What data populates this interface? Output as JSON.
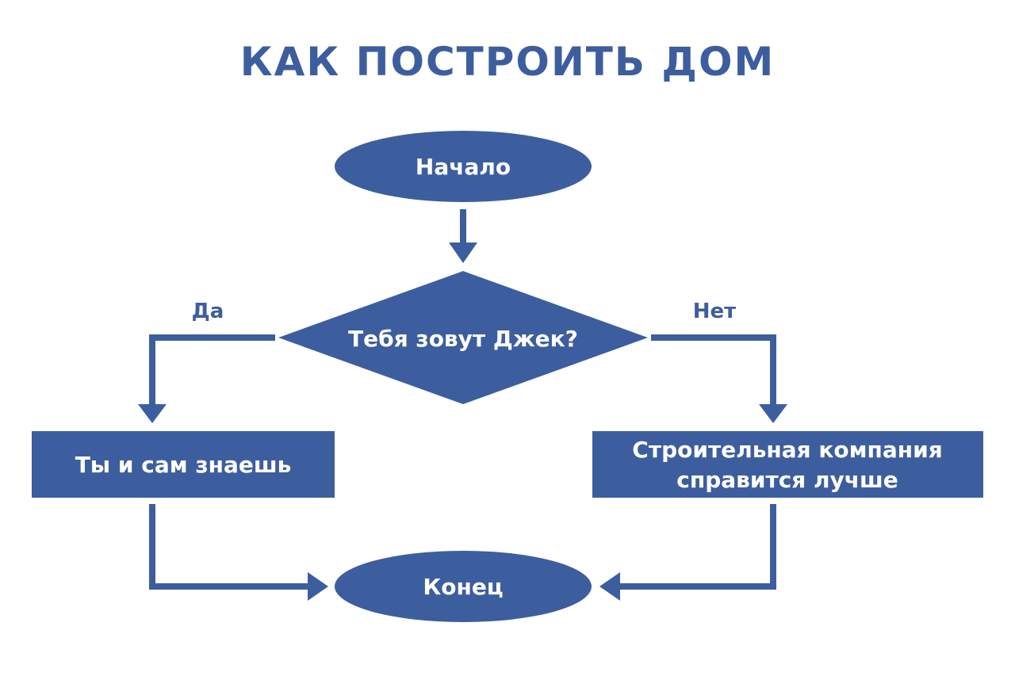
{
  "title": "КАК ПОСТРОИТЬ ДОМ",
  "colors": {
    "primary": "#3d5e9e",
    "text_on_primary": "#ffffff",
    "background": "#ffffff"
  },
  "nodes": {
    "start": {
      "shape": "ellipse",
      "label": "Начало"
    },
    "decision": {
      "shape": "diamond",
      "label": "Тебя зовут Джек?"
    },
    "yes_box": {
      "shape": "rectangle",
      "label": "Ты и сам знаешь"
    },
    "no_box": {
      "shape": "rectangle",
      "label_line1": "Строительная компания",
      "label_line2": "справится лучше"
    },
    "end": {
      "shape": "ellipse",
      "label": "Конец"
    }
  },
  "edges": {
    "yes_label": "Да",
    "no_label": "Нет"
  }
}
